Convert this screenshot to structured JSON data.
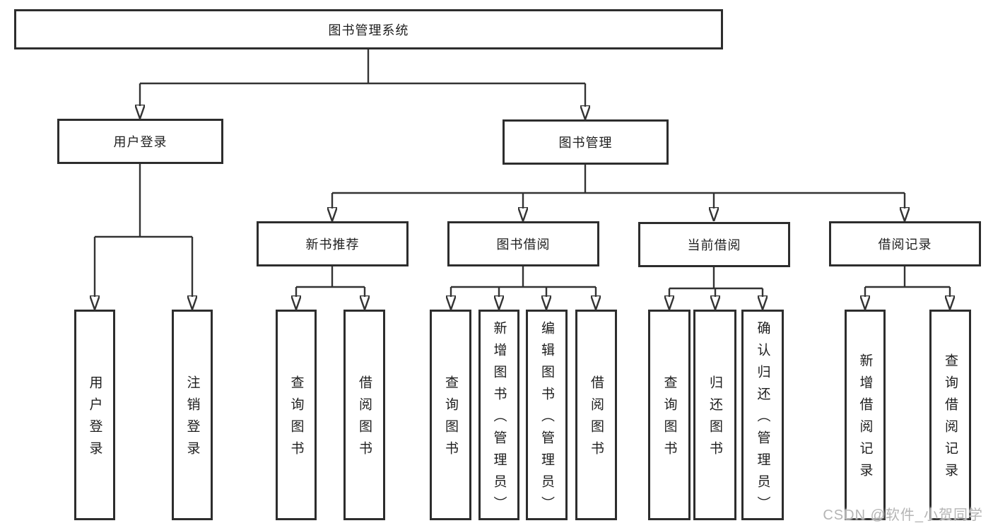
{
  "diagram": {
    "root": {
      "label": "图书管理系统"
    },
    "level1": [
      {
        "label": "用户登录",
        "children": [
          {
            "label": "用户登录"
          },
          {
            "label": "注销登录"
          }
        ]
      },
      {
        "label": "图书管理",
        "children": [
          {
            "label": "新书推荐",
            "children": [
              {
                "label": "查询图书"
              },
              {
                "label": "借阅图书"
              }
            ]
          },
          {
            "label": "图书借阅",
            "children": [
              {
                "label": "查询图书"
              },
              {
                "label": "新增图书（管理员）"
              },
              {
                "label": "编辑图书（管理员）"
              },
              {
                "label": "借阅图书"
              }
            ]
          },
          {
            "label": "当前借阅",
            "children": [
              {
                "label": "查询图书"
              },
              {
                "label": "归还图书"
              },
              {
                "label": "确认归还（管理员）"
              }
            ]
          },
          {
            "label": "借阅记录",
            "children": [
              {
                "label": "新增借阅记录"
              },
              {
                "label": "查询借阅记录"
              }
            ]
          }
        ]
      }
    ]
  },
  "watermark": {
    "text": "CSDN @软件_小贺同学"
  },
  "colors": {
    "line": "#333333",
    "box_border": "#2d2d2d",
    "box_fill": "#ffffff",
    "text": "#1e1e1e",
    "watermark": "#b5b5b5",
    "background": "#ffffff"
  }
}
